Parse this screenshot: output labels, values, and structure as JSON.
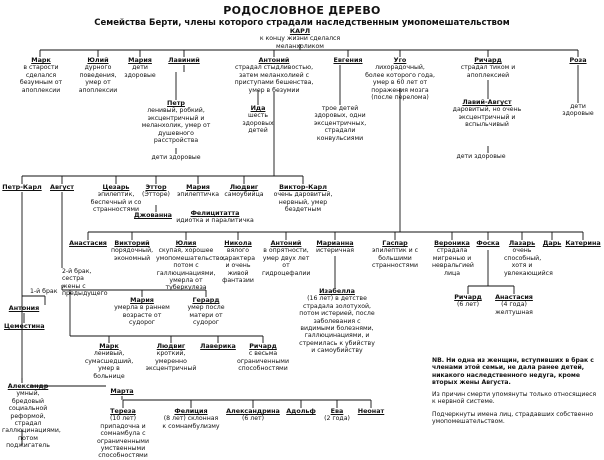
{
  "title": "РОДОСЛОВНОЕ ДЕРЕВО",
  "subtitle": "Семейства Берти, члены которого страдали наследственным умопомешательством",
  "nodes": [
    {
      "name": "КАРЛ",
      "desc": "к концу жизни сделался меланхоликом"
    },
    {
      "name": "Марк",
      "desc": "в старости сделался безумным от апоплексии"
    },
    {
      "name": "Юлий",
      "desc": "дурного поведения, умер от апоплексии"
    },
    {
      "name": "Мария",
      "desc": "дети здоровые"
    },
    {
      "name": "Лавиний",
      "desc": ""
    },
    {
      "name": "Антоний",
      "desc": "страдал стыдливостью, затем меланхолией с приступами бешенства, умер в безумии"
    },
    {
      "name": "Евгения",
      "desc": "трое детей здоровых, одни эксцентричных, страдали конвульсиями"
    },
    {
      "name": "Уго",
      "desc": "лихорадочный, более которого года, умер в 60 лет от поражения мозга (после перелома)"
    },
    {
      "name": "Ричард",
      "desc": "страдал тиком и апоплексией"
    },
    {
      "name": "Роза",
      "desc": "дети здоровые"
    },
    {
      "name": "Петр",
      "desc": "ленивый, робкий, эксцентричный и меланхолик, умер от душевного расстройства"
    },
    {
      "name": "",
      "desc": "дети здоровые"
    },
    {
      "name": "Ида",
      "desc": "шесть здоровых детей"
    },
    {
      "name": "Лавий-Август",
      "desc": "даровитый, но очень эксцентричный и вспыльчивый"
    },
    {
      "name": "",
      "desc": "дети здоровые"
    },
    {
      "name": "Петр-Карл",
      "desc": ""
    },
    {
      "name": "Август",
      "desc": ""
    },
    {
      "name": "Цезарь",
      "desc": "эпилептик, беспечный и со странностями"
    },
    {
      "name": "Эттор",
      "desc": "(Этторе)"
    },
    {
      "name": "Мария",
      "desc": "эпилептичка"
    },
    {
      "name": "Людвиг",
      "desc": "самоубийца"
    },
    {
      "name": "Виктор-Карл",
      "desc": "очень даровитый, нервный, умер бездетным"
    },
    {
      "name": "Джованна",
      "desc": ""
    },
    {
      "name": "Фелицитатта",
      "desc": "идиотка и паралитичка"
    },
    {
      "name": "Анастасия",
      "desc": ""
    },
    {
      "name": "Викторий",
      "desc": "порядочный, экономный"
    },
    {
      "name": "Юлия",
      "desc": "скупая, хорошее умопомешательство, потом с галлюцинациями, умерла от туберкулеза"
    },
    {
      "name": "Никола",
      "desc": "вялого характера и очень живой фантазии"
    },
    {
      "name": "Антоний",
      "desc": "в опрятности, умер двух лет от гидроцефалии"
    },
    {
      "name": "Марианна",
      "desc": "истеричная"
    },
    {
      "name": "Гаспар",
      "desc": "эпилептик и с большими странностями"
    },
    {
      "name": "Вероника",
      "desc": "страдала мигренью и невральгией лица"
    },
    {
      "name": "Фоска",
      "desc": ""
    },
    {
      "name": "Лазарь",
      "desc": "очень способный, хотя и увлекающийся"
    },
    {
      "name": "Дарь",
      "desc": ""
    },
    {
      "name": "Катерина",
      "desc": ""
    },
    {
      "name": "",
      "desc": "2-й брак, сестра жены с предыдущего"
    },
    {
      "name": "",
      "desc": "1-й брак"
    },
    {
      "name": "Антония",
      "desc": ""
    },
    {
      "name": "Цеместина",
      "desc": ""
    },
    {
      "name": "Мария",
      "desc": "умерла в раннем возрасте от судорог"
    },
    {
      "name": "Герард",
      "desc": "умер после матери от судорог"
    },
    {
      "name": "Изабелла",
      "desc": "(16 лет) в детстве страдала золотухой, потом истерией, после заболевания с видимыми болезнями, галлюцинациями, и стремилась к убийству и самоубийству"
    },
    {
      "name": "Ричард",
      "desc": "(6 лет)"
    },
    {
      "name": "Анастасия",
      "desc": "(4 года) желтушная"
    },
    {
      "name": "Марк",
      "desc": "ленивый, сумасшедший, умер в больнице"
    },
    {
      "name": "Людвиг",
      "desc": "кроткий, умеренно эксцентричный"
    },
    {
      "name": "Лаверика",
      "desc": ""
    },
    {
      "name": "Ричард",
      "desc": "с весьма ограниченными способностями"
    },
    {
      "name": "Александр",
      "desc": "умный, бредовый социальной реформой, страдал галлюцинациями, потом поджигатель"
    },
    {
      "name": "Марта",
      "desc": ""
    },
    {
      "name": "Тереза",
      "desc": "(10 лет) припадочна и сомнамбула с ограниченными умственными способностями"
    },
    {
      "name": "Фелиция",
      "desc": "(8 лет) склонная к сомнамбулизму"
    },
    {
      "name": "Александрина",
      "desc": "(6 лет)"
    },
    {
      "name": "Адольф",
      "desc": ""
    },
    {
      "name": "Ева",
      "desc": "(2 года)"
    },
    {
      "name": "Неонат",
      "desc": ""
    }
  ],
  "notes": [
    "NB. Ни одна из женщин, вступивших в брак с членами этой семьи, не дала ранее детей, никакого наследственного недуга, кроме вторых жены Августа.",
    "Из причин смерти упомянуты только относящиеся к нервной системе.",
    "Подчеркнуты имена лиц, страдавших собственно умопомешательством."
  ]
}
